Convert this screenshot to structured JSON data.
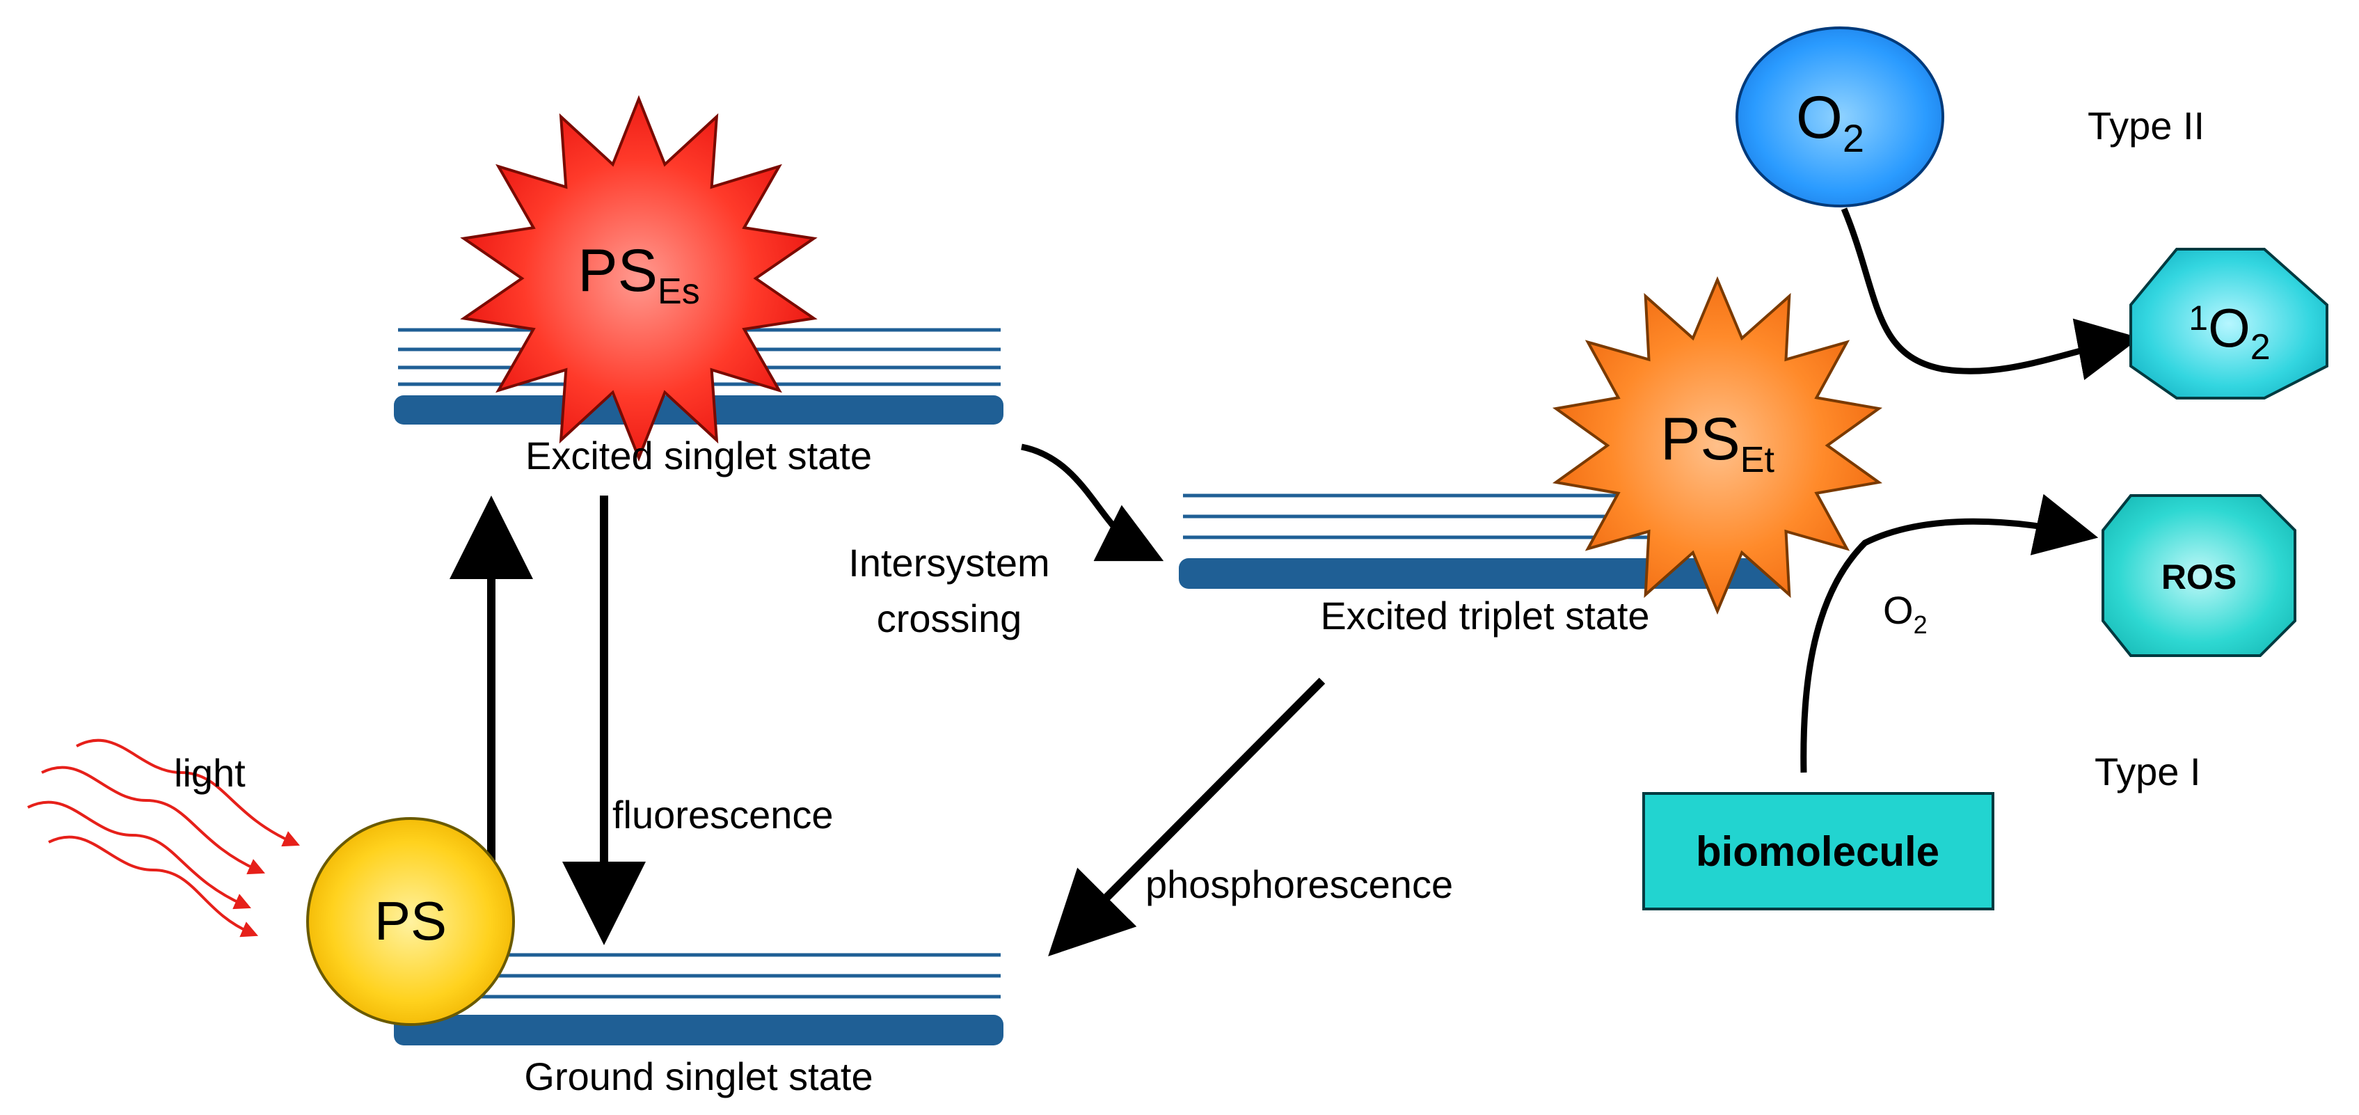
{
  "colors": {
    "level_bar": "#1f5f95",
    "singlet_star": "#ff2a1f",
    "triplet_star": "#ff7a1e",
    "ps_circle": "#ffd21e",
    "o2_ellipse": "#1e90ff",
    "cyan_shapes": "#22d4d0",
    "light_arrows": "#e6201a"
  },
  "labels": {
    "excited_singlet": "Excited singlet state",
    "ground_singlet": "Ground singlet state",
    "excited_triplet": "Excited triplet state",
    "intersystem_line1": "Intersystem",
    "intersystem_line2": "crossing",
    "fluorescence": "fluorescence",
    "phosphorescence": "phosphorescence",
    "light": "light",
    "type_ii": "Type II",
    "type_i": "Type I",
    "biomolecule": "biomolecule",
    "ros": "ROS",
    "o2_small_base": "O",
    "o2_small_sub": "2"
  },
  "molecules": {
    "ps": "PS",
    "ps_es_base": "PS",
    "ps_es_sub": "Es",
    "ps_et_base": "PS",
    "ps_et_sub": "Et",
    "o2_base": "O",
    "o2_sub": "2",
    "singlet_o2_sup": "1",
    "singlet_o2_base": "O",
    "singlet_o2_sub": "2"
  }
}
